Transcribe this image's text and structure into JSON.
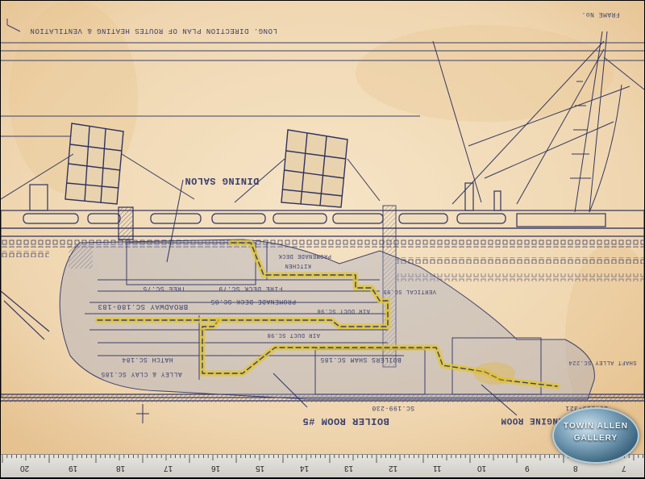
{
  "document": {
    "title_top": "LONG. DIRECTION PLAN OF ROUTES HEATING & VENTILATION",
    "top_right_mark": "FRAME No.",
    "labels": {
      "dining_salon": "DINING SALON",
      "promenade_deck": "PROMENADE DECK",
      "kitchen": "KITCHEN",
      "tree": "TREE SC.75",
      "fire_deck": "FIRE DECK SC.79",
      "broadway": "BROADWAY SC.180-183",
      "main_deck": "PROMENADE DECK SC.85",
      "vertical_shaft": "VERTICAL SC.95",
      "air_duct": "AIR DUCT SC.98",
      "alley_duct": "AIR DUCT SC.98",
      "hatch": "HATCH SC.184",
      "alley_shaft": "ALLEY & CLAY SC.185",
      "boilers": "BOILERS SHAM SC.185",
      "shaft_alley": "SHAFT ALLEY SC.224",
      "boiler_room": "BOILER ROOM #5",
      "boiler_room_sub": "SC.199-230",
      "engine_room": "AFT ENGINE ROOM",
      "engine_room_sub": "SC.219-321"
    }
  },
  "ruler": {
    "numbers": [
      "20",
      "19",
      "18",
      "17",
      "16",
      "15",
      "14",
      "13",
      "12",
      "11",
      "10",
      "9",
      "8",
      "7"
    ]
  },
  "watermark": {
    "line1": "TOWIN ALLEN",
    "line2": "GALLERY"
  }
}
